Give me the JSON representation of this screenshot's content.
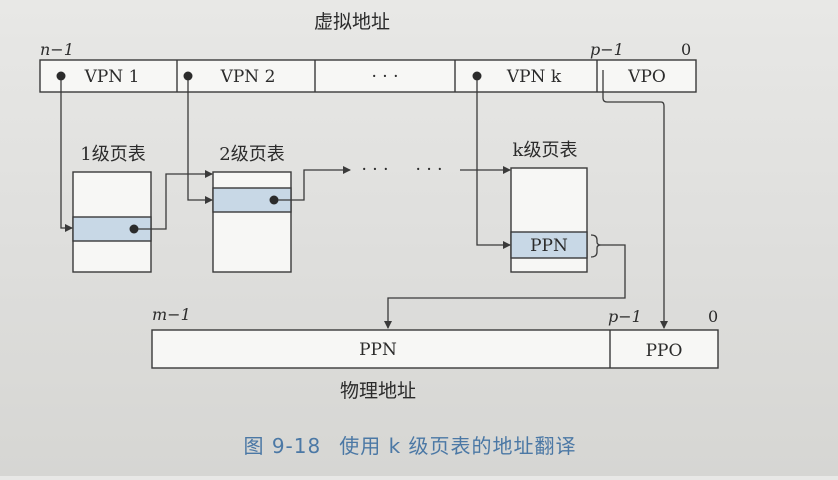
{
  "virtual_address": {
    "title": "虚拟地址",
    "msb_label": "n−1",
    "p_label": "p−1",
    "zero_label": "0",
    "fields": [
      "VPN 1",
      "VPN 2",
      "· · ·",
      "VPN k",
      "VPO"
    ]
  },
  "page_tables": {
    "labels": [
      "1级页表",
      "2级页表",
      "k级页表"
    ],
    "dots": "· · ·     · · ·",
    "ppn_entry": "PPN"
  },
  "physical_address": {
    "title": "物理地址",
    "msb_label": "m−1",
    "p_label": "p−1",
    "zero_label": "0",
    "ppn": "PPN",
    "ppo": "PPO"
  },
  "caption": {
    "figure": "图 9-18",
    "text": "使用 k 级页表的地址翻译"
  },
  "colors": {
    "highlight": "#c8d8e6",
    "caption": "#4b78a5",
    "line": "#3a3a3a"
  }
}
